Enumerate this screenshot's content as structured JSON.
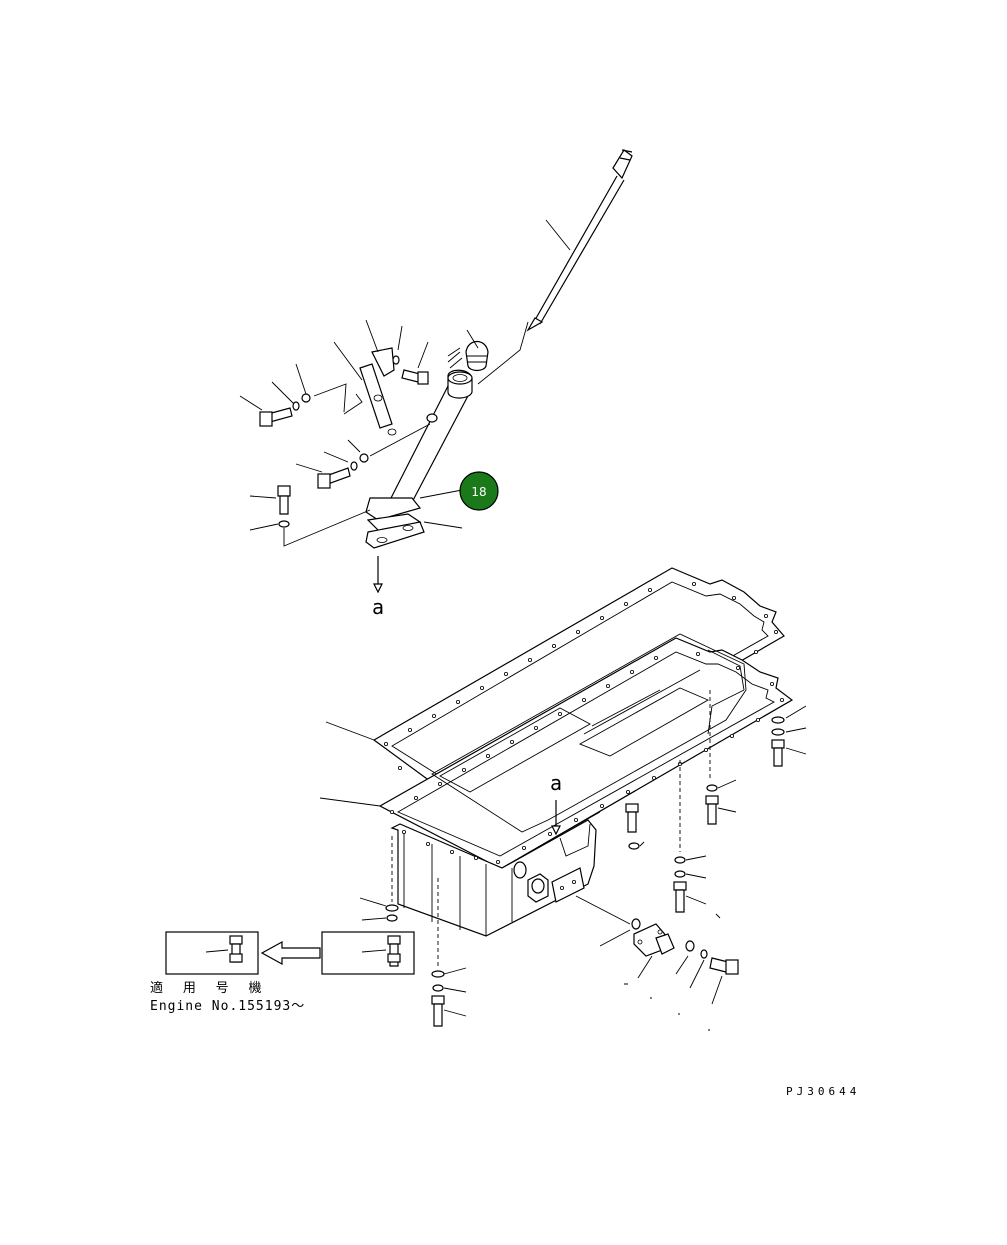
{
  "view_label_top": "a",
  "view_label_pan": "a",
  "applicability": {
    "heading": "適 用 号 機",
    "engine_range": "Engine No.155193～"
  },
  "drawing_code": "PJ30644",
  "callout": {
    "number": "18",
    "color": "#1a7a1a",
    "icon": "callout-circle-icon"
  },
  "colors": {
    "line": "#000000",
    "background": "#ffffff",
    "callout_fill": "#1a7a1a"
  }
}
